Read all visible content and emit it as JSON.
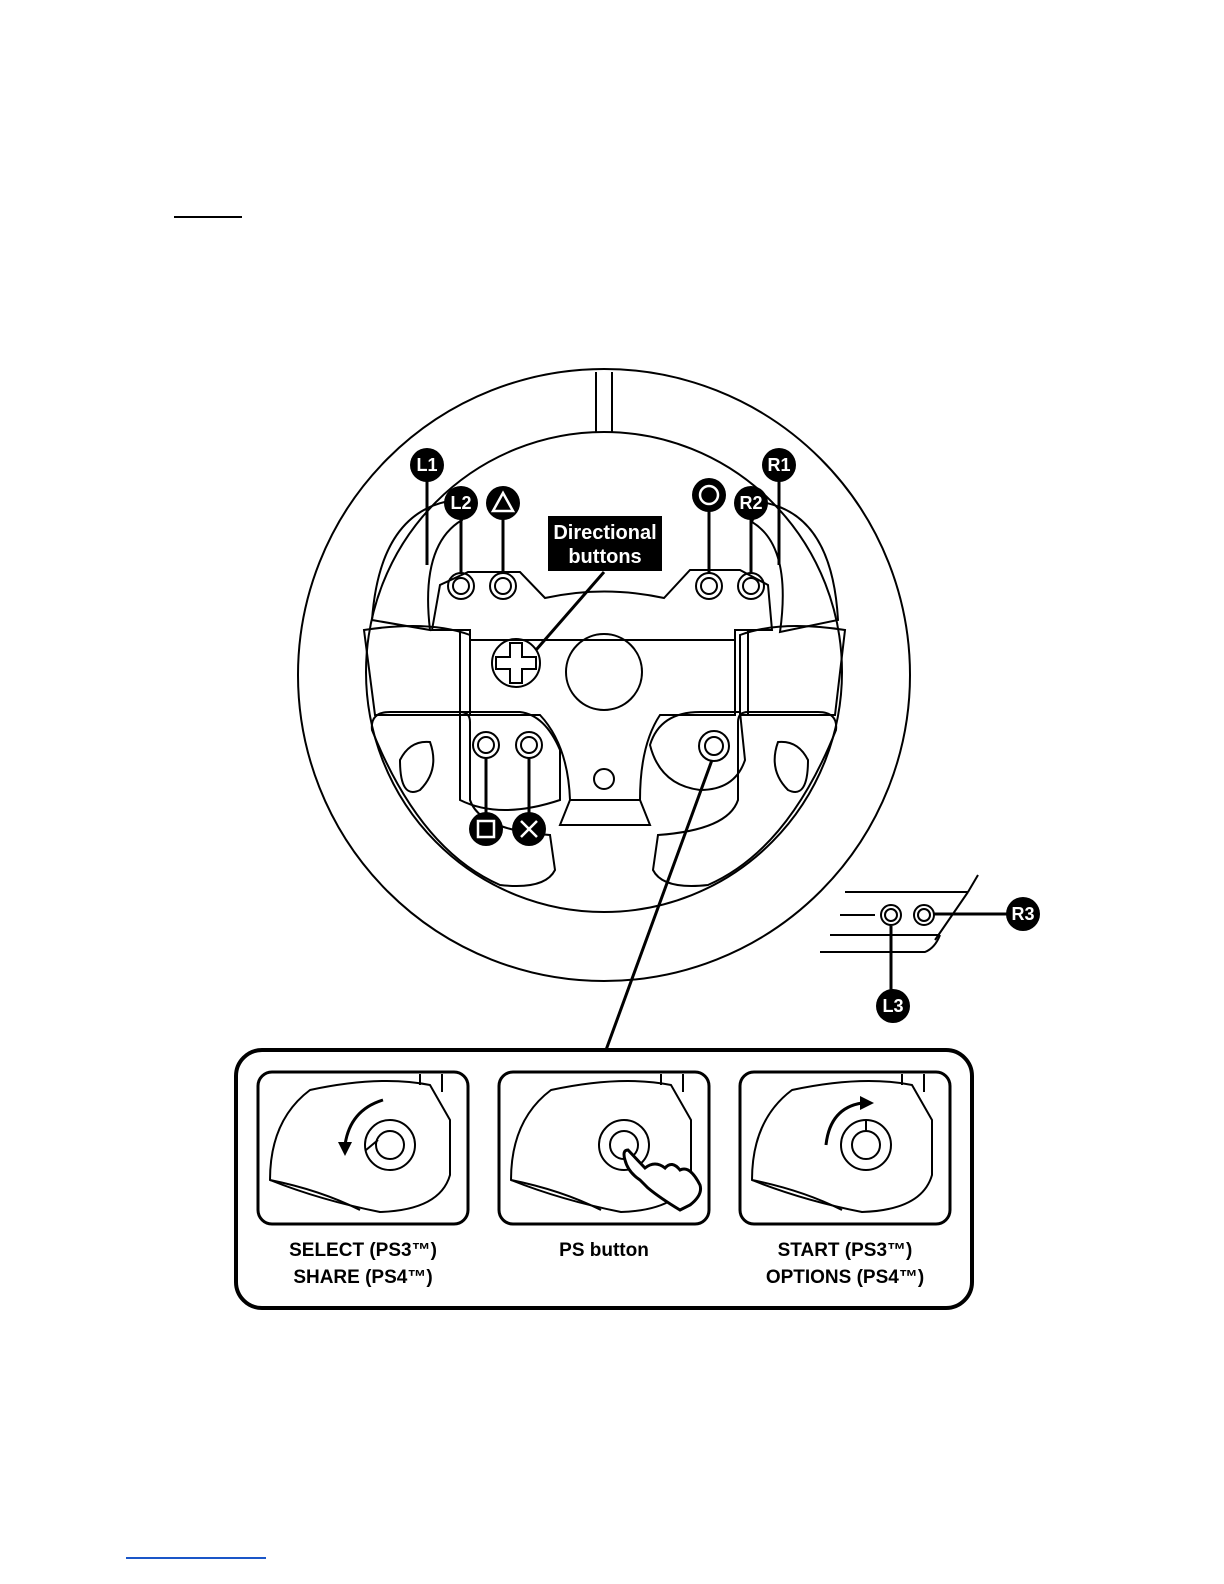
{
  "badges": {
    "l1": "L1",
    "l2": "L2",
    "r1": "R1",
    "r2": "R2",
    "r3": "R3",
    "l3": "L3"
  },
  "directional": {
    "line1": "Directional",
    "line2": "buttons"
  },
  "panels": [
    {
      "line1": "SELECT (PS3™)",
      "line2": "SHARE (PS4™)"
    },
    {
      "line1": "PS button",
      "line2": ""
    },
    {
      "line1": "START (PS3™)",
      "line2": "OPTIONS (PS4™)"
    }
  ],
  "colors": {
    "ink": "#000000",
    "paper": "#ffffff",
    "link": "#1a56c8"
  }
}
